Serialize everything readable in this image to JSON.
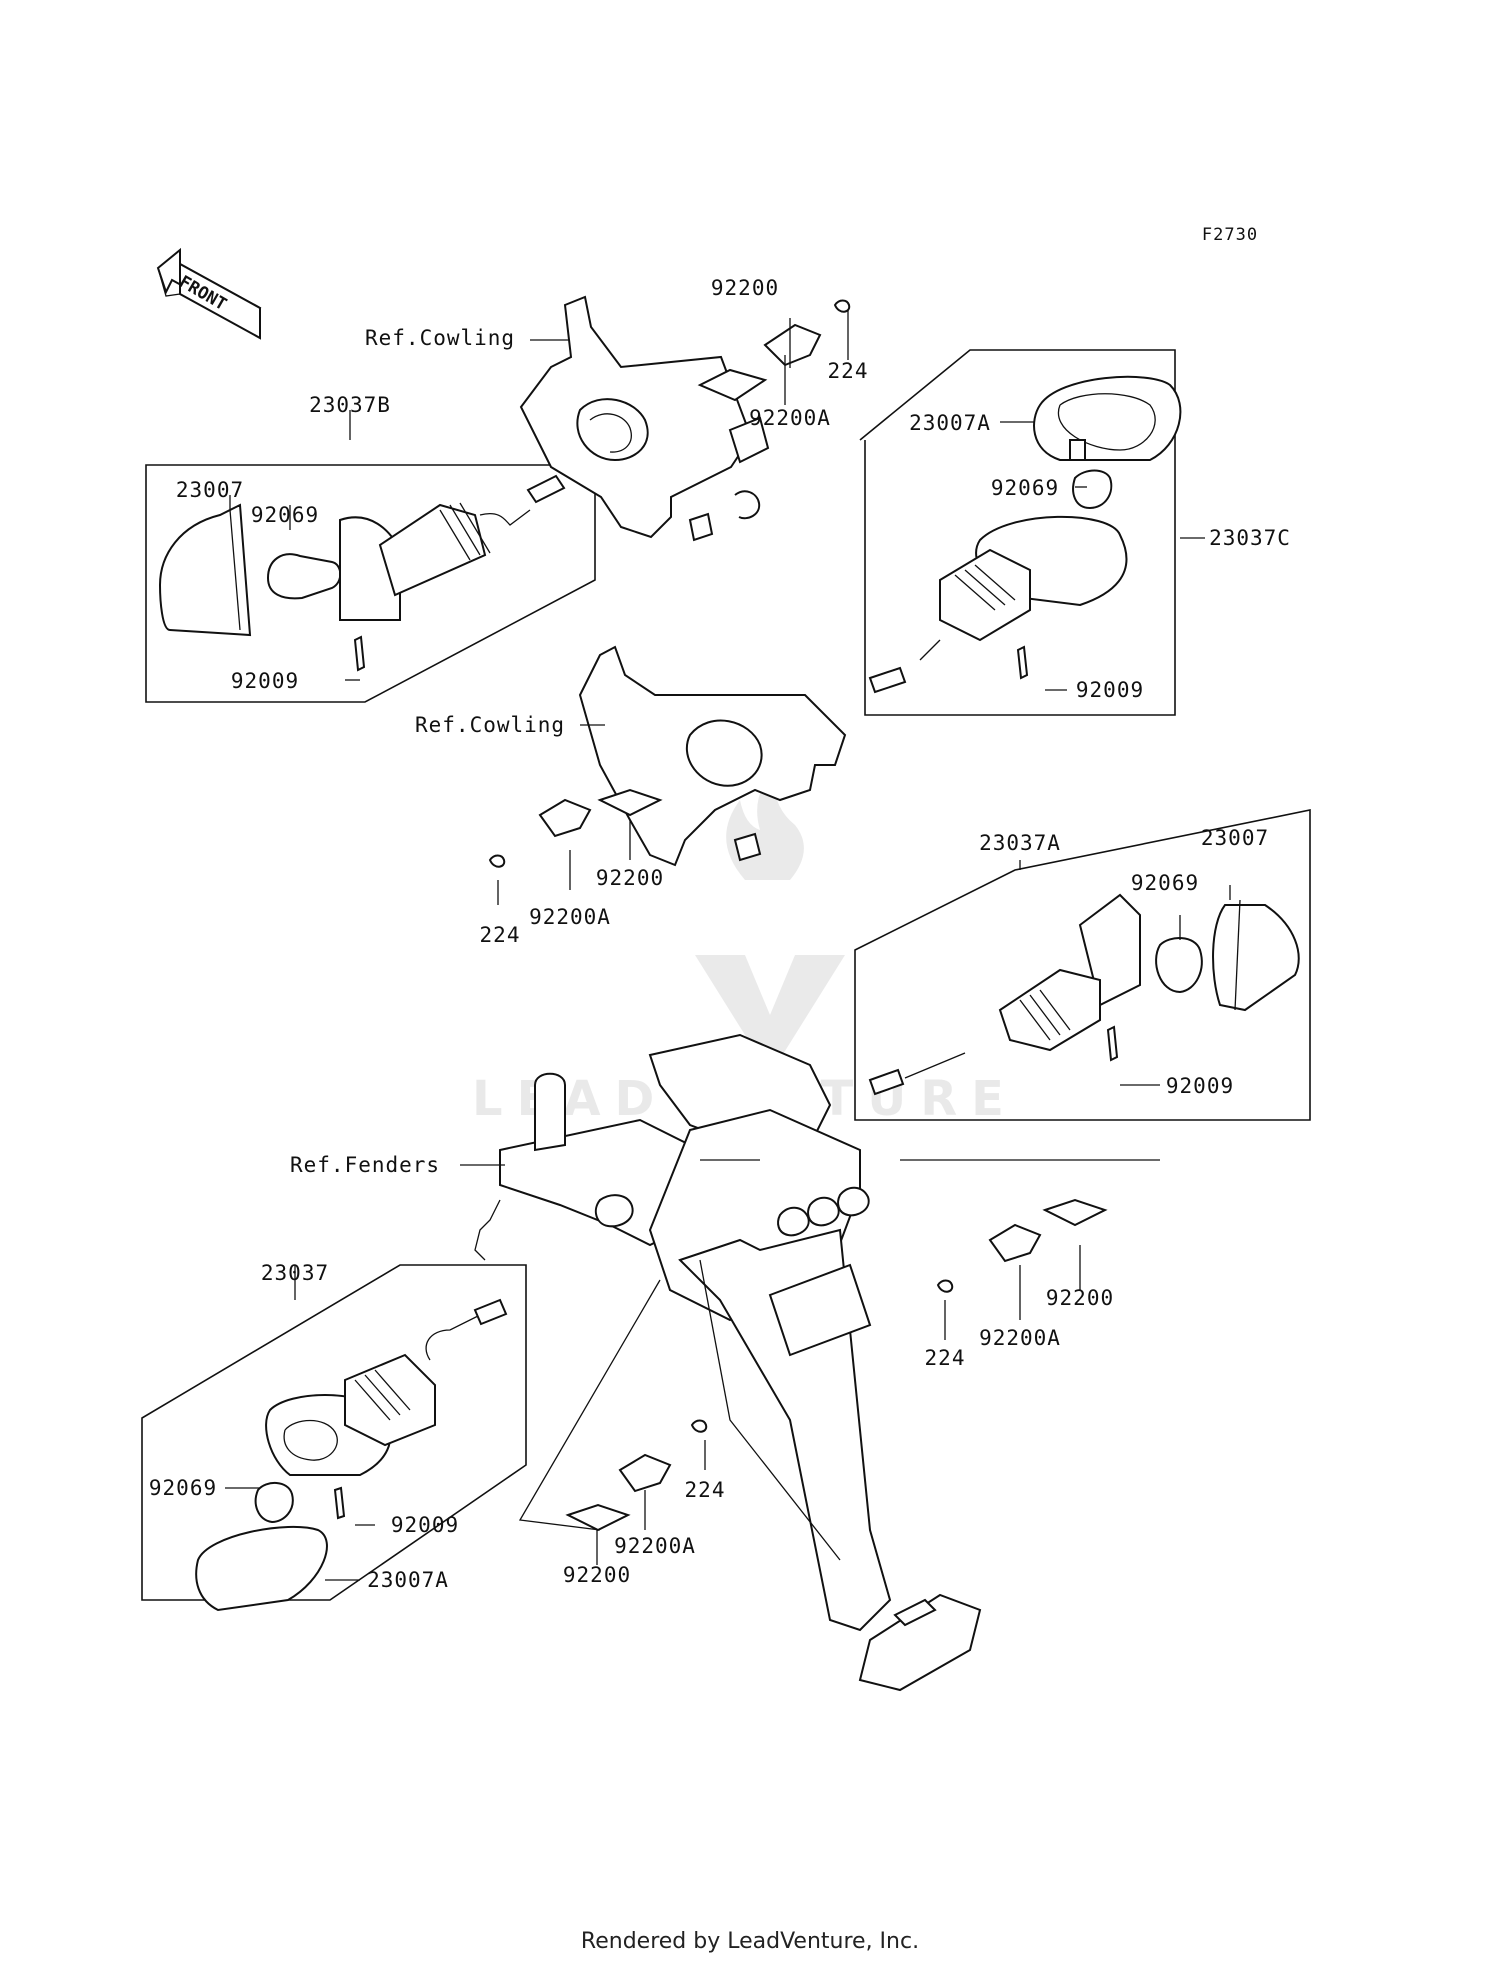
{
  "diagram": {
    "figure_code": "F2730",
    "front_arrow_text": "FRONT",
    "labels": {
      "ref_cowling_top": "Ref.Cowling",
      "ref_cowling_mid": "Ref.Cowling",
      "ref_fenders": "Ref.Fenders",
      "assy_23037B": "23037B",
      "assy_23037C": "23037C",
      "assy_23037A": "23037A",
      "assy_23037": "23037",
      "b_23007": "23007",
      "b_92069": "92069",
      "b_92009": "92009",
      "top_92200": "92200",
      "top_92200A": "92200A",
      "top_224": "224",
      "c_23007A": "23007A",
      "c_92069": "92069",
      "c_92009": "92009",
      "mid_92200": "92200",
      "mid_92200A": "92200A",
      "mid_224": "224",
      "a_23007": "23007",
      "a_92069": "92069",
      "a_92009": "92009",
      "r_92200": "92200",
      "r_92200A": "92200A",
      "r_224": "224",
      "l_92069": "92069",
      "l_92009": "92009",
      "l_23007A": "23007A",
      "bot_224": "224",
      "bot_92200A": "92200A",
      "bot_92200": "92200"
    },
    "watermark_text": "LEADVENTURE",
    "footer": "Rendered by LeadVenture, Inc."
  }
}
